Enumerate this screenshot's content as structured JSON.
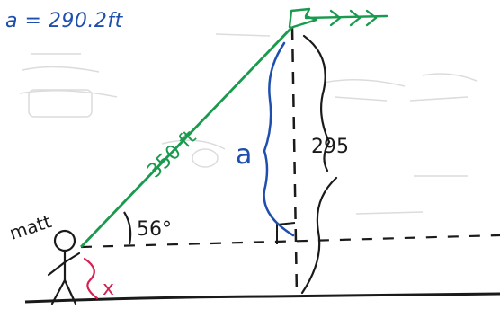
{
  "answer": {
    "text": "a = 290.2ft"
  },
  "labels": {
    "person": "matt",
    "hypotenuse": "350 ft",
    "angle": "56°",
    "side_a": "a",
    "right_side": "295",
    "unknown": "x"
  },
  "colors": {
    "blue": "#1f4fae",
    "green": "#1a9a4e",
    "black": "#1a1a1a",
    "red": "#d61f52",
    "faint": "#d6d6d6"
  }
}
